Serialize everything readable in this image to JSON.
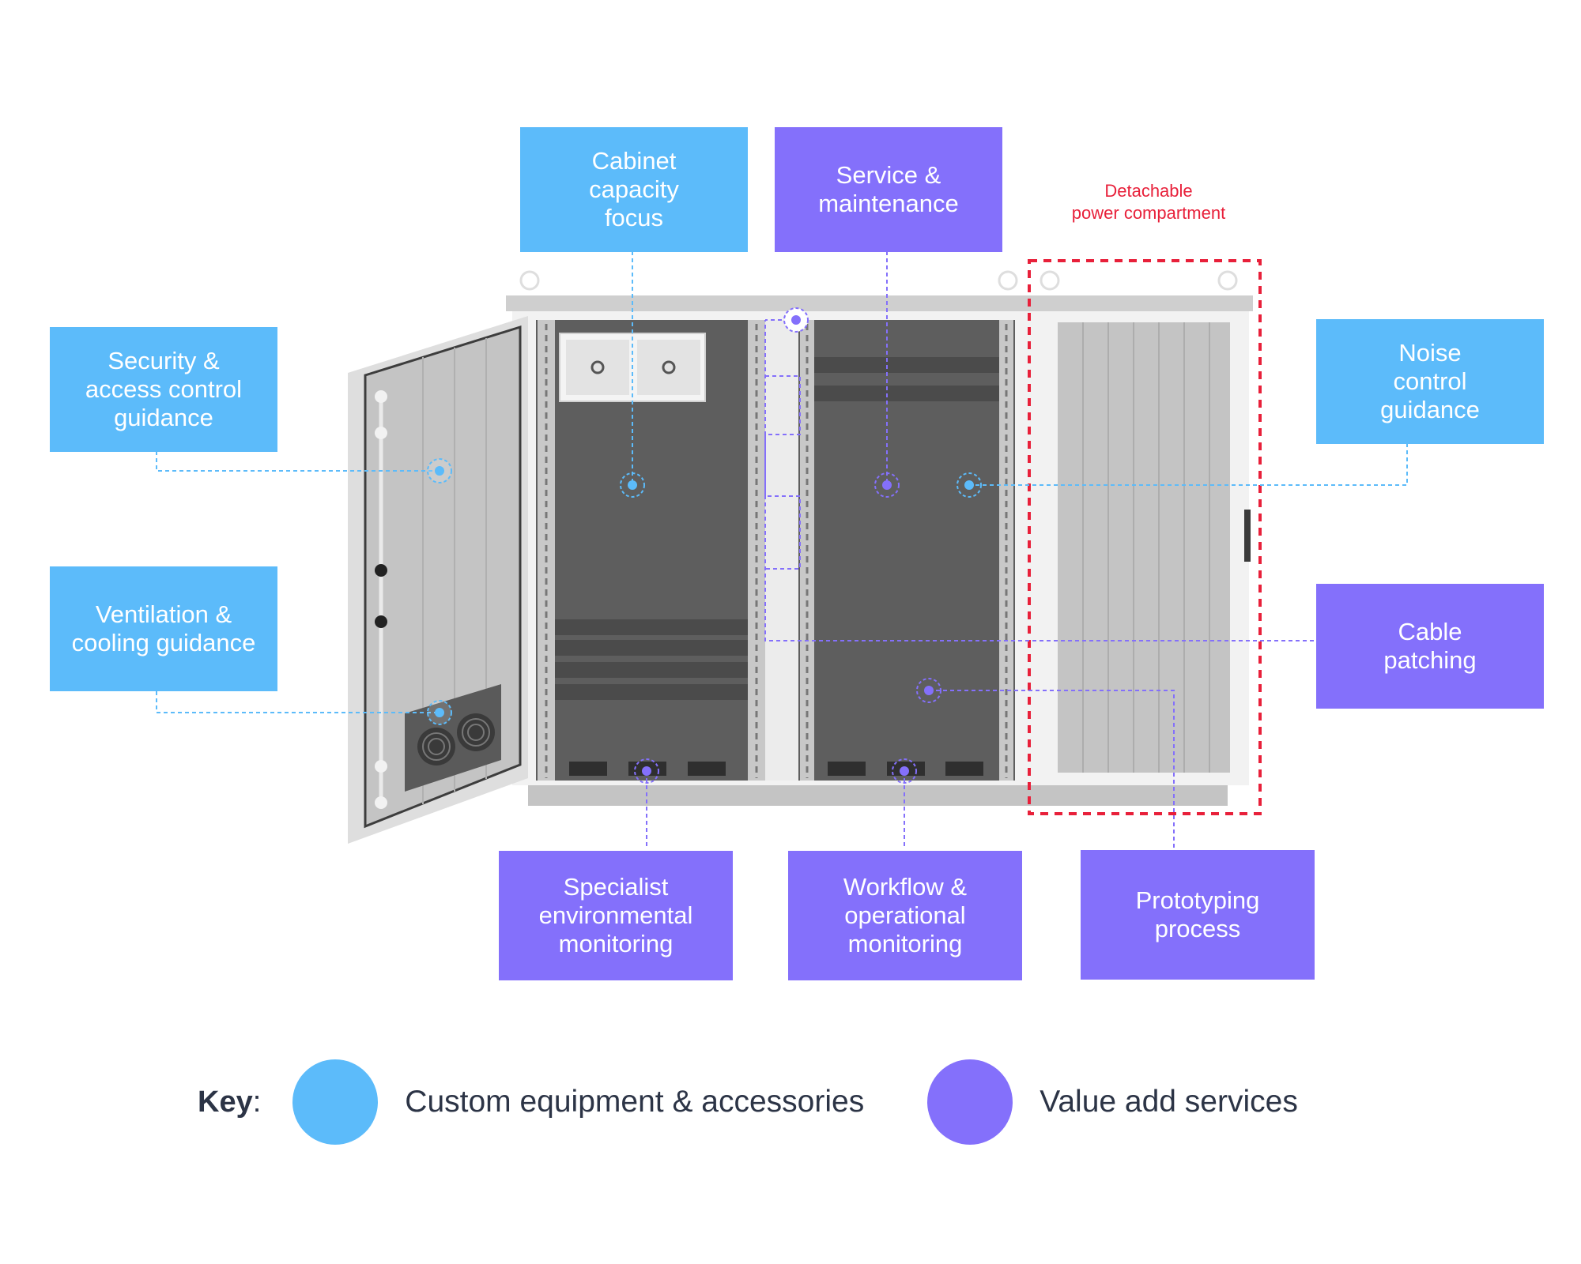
{
  "callouts": {
    "cabinet_capacity": "Cabinet\ncapacity\nfocus",
    "service_maintenance": "Service &\nmaintenance",
    "security_access": "Security &\naccess control\nguidance",
    "ventilation_cooling": "Ventilation &\ncooling guidance",
    "noise_control": "Noise\ncontrol\nguidance",
    "cable_patching": "Cable\npatching",
    "specialist_env": "Specialist\nenvironmental\nmonitoring",
    "workflow_ops": "Workflow &\noperational\nmonitoring",
    "prototyping": "Prototyping\nprocess"
  },
  "detachable_note": "Detachable\npower compartment",
  "key": {
    "title": "Key",
    "colon": ":",
    "custom_label": "Custom equipment & accessories",
    "value_label": "Value add services"
  },
  "colors": {
    "custom": "#5cbbfa",
    "value": "#8470fb",
    "detachable": "#e8203a"
  }
}
